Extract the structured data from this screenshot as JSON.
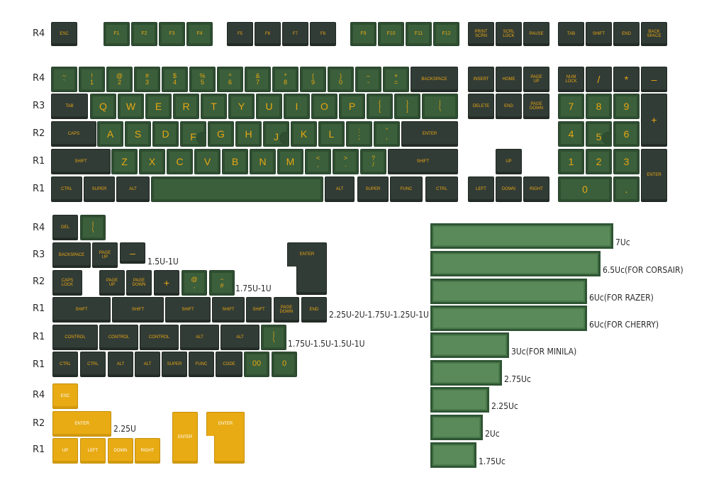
{
  "row_labels": {
    "top_f": "R4",
    "main": [
      "R4",
      "R3",
      "R2",
      "R1",
      "R1"
    ],
    "novelty": [
      "R4",
      "R3",
      "R2",
      "R1",
      "R1",
      "R1"
    ],
    "yellow": [
      "R4",
      "R2",
      "R1"
    ]
  },
  "fn_row": {
    "esc": "ESC",
    "f1": "F1",
    "f2": "F2",
    "f3": "F3",
    "f4": "F4",
    "f5": "F5",
    "f6": "F6",
    "f7": "F7",
    "f8": "F8",
    "f9": "F9",
    "f10": "F10",
    "f11": "F11",
    "f12": "F12",
    "print_a": "PRINT",
    "print_b": "SCRN",
    "scrl_a": "SCRL",
    "scrl_b": "LOCK",
    "pause": "PAUSE",
    "tab": "TAB",
    "shift": "SHIFT",
    "end": "END",
    "back_a": "BACK",
    "back_b": "SPACE"
  },
  "num_row": {
    "tilde_a": "~",
    "tilde_b": "`",
    "k1_a": "!",
    "k1_b": "1",
    "k2_a": "@",
    "k2_b": "2",
    "k3_a": "#",
    "k3_b": "3",
    "k4_a": "$",
    "k4_b": "4",
    "k5_a": "%",
    "k5_b": "5",
    "k6_a": "^",
    "k6_b": "6",
    "k7_a": "&",
    "k7_b": "7",
    "k8_a": "*",
    "k8_b": "8",
    "k9_a": "(",
    "k9_b": "9",
    "k0_a": ")",
    "k0_b": "0",
    "minus_a": "–",
    "minus_b": "-",
    "plus_a": "+",
    "plus_b": "=",
    "backspace": "BACKSPACE"
  },
  "alpha": {
    "tab": "TAB",
    "q": "Q",
    "w": "W",
    "e": "E",
    "r": "R",
    "t": "T",
    "y": "Y",
    "u": "U",
    "i": "I",
    "o": "O",
    "p": "P",
    "lbrace_a": "{",
    "lbrace_b": "[",
    "rbrace_a": "}",
    "rbrace_b": "]",
    "pipe_a": "|",
    "pipe_b": "\\",
    "caps": "CAPS",
    "a": "A",
    "s": "S",
    "d": "D",
    "f": "F",
    "g": "G",
    "h": "H",
    "j": "J",
    "k": "K",
    "l": "L",
    "semi_a": ":",
    "semi_b": ";",
    "quote_a": "\"",
    "quote_b": ",",
    "enter": "ENTER",
    "shift": "SHIFT",
    "z": "Z",
    "x": "X",
    "c": "C",
    "v": "V",
    "b": "B",
    "n": "N",
    "m": "M",
    "lt_a": "<",
    "lt_b": ",",
    "gt_a": ">",
    "gt_b": ".",
    "q_a": "?",
    "q_b": "/",
    "rshift": "SHIFT",
    "ctrl": "CTRL",
    "super": "SUPER",
    "alt": "ALT",
    "ralt": "ALT",
    "rsuper": "SUPER",
    "func": "FUNC",
    "rctrl": "CTRL"
  },
  "nav": {
    "insert": "INSERT",
    "home": "HOME",
    "pgup_a": "PAGE",
    "pgup_b": "UP",
    "delete": "DELETE",
    "end": "END",
    "pgdn_a": "PAGE",
    "pgdn_b": "DOWN",
    "up": "UP",
    "left": "LEFT",
    "down": "DOWN",
    "right": "RIGHT"
  },
  "numpad": {
    "num_a": "NUM",
    "num_b": "LOCK",
    "slash": "/",
    "star": "*",
    "minus": "–",
    "n7": "7",
    "n8": "8",
    "n9": "9",
    "plus": "+",
    "n4": "4",
    "n5": "5",
    "n6": "6",
    "n1": "1",
    "n2": "2",
    "n3": "3",
    "enter": "ENTER",
    "n0": "0",
    "dot": "."
  },
  "novelty": {
    "del": "DEL",
    "pipe_a": "|",
    "pipe_b": "\\",
    "backspace": "BACKSPACE",
    "pgup_a": "PAGE",
    "pgup_b": "UP",
    "minus": "–",
    "enter": "ENTER",
    "caps_a": "CAPS",
    "caps_b": "LOCK",
    "pgup2_a": "PAGE",
    "pgup2_b": "UP",
    "pgdn_a": "PAGE",
    "pgdn_b": "DOWN",
    "plus": "+",
    "at_a": "@",
    "at_b": ",",
    "tilde_a": "~",
    "tilde_b": "#",
    "shift": "SHIFT",
    "pgdn2_a": "PAGE",
    "pgdn2_b": "DOWN",
    "end": "END",
    "control": "CONTROL",
    "alt": "ALT",
    "ctrl": "CTRL",
    "super": "SUPER",
    "func": "FUNC",
    "code": "CODE",
    "zero2": "00",
    "zero": "0"
  },
  "yellow": {
    "esc": "ESC",
    "enter": "ENTER",
    "up": "UP",
    "left": "LEFT",
    "down": "DOWN",
    "right": "RIGHT"
  },
  "annotations": {
    "a1": "1.5U-1U",
    "a2": "1.75U-1U",
    "a3": "2.25U-2U-1.75U-1.25U-1U",
    "a4": "1.75U-1.5U-1.5U-1U",
    "a5": "2.25U"
  },
  "spacebars": [
    {
      "label": "7Uc",
      "units": 7
    },
    {
      "label": "6.5Uc(FOR CORSAIR)",
      "units": 6.5
    },
    {
      "label": "6Uc(FOR RAZER)",
      "units": 6
    },
    {
      "label": "6Uc(FOR CHERRY)",
      "units": 6
    },
    {
      "label": "3Uc(FOR MINILA)",
      "units": 3
    },
    {
      "label": "2.75Uc",
      "units": 2.75
    },
    {
      "label": "2.25Uc",
      "units": 2.25
    },
    {
      "label": "2Uc",
      "units": 2
    },
    {
      "label": "1.75Uc",
      "units": 1.75
    }
  ],
  "colors": {
    "dark_key": "#323c36",
    "green_key": "#3b5f3b",
    "legend": "#e8a612",
    "yellow_key": "#e8ab14",
    "spacebar": "#5a8a5a"
  }
}
